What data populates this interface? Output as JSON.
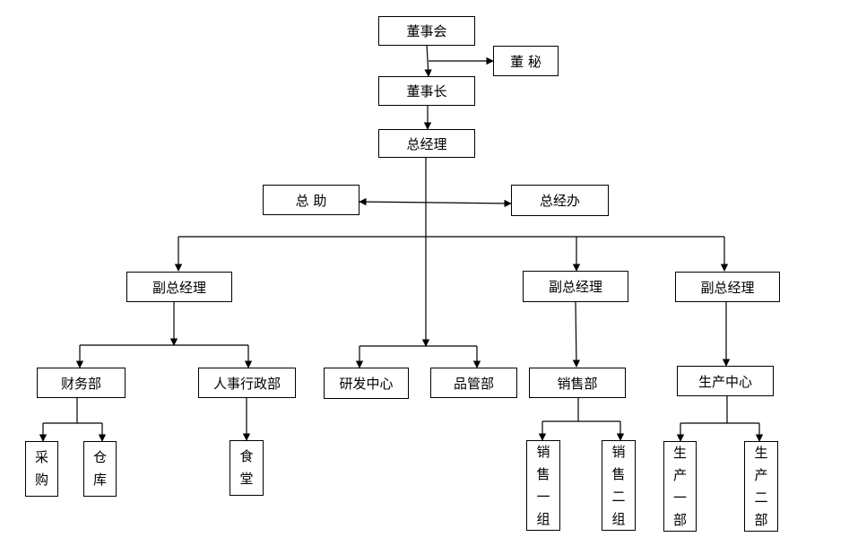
{
  "nodes": {
    "board": "董事会",
    "secretary": "董 秘",
    "chairman": "董事长",
    "gm": "总经理",
    "assistant": "总 助",
    "gm_office": "总经办",
    "vp1": "副总经理",
    "vp2": "副总经理",
    "vp3": "副总经理",
    "finance": "财务部",
    "hr_admin": "人事行政部",
    "rnd": "研发中心",
    "quality": "品管部",
    "sales": "销售部",
    "production": "生产中心",
    "purchasing": [
      "采",
      "购"
    ],
    "warehouse": [
      "仓",
      "库"
    ],
    "canteen": [
      "食",
      "堂"
    ],
    "sales_g1": [
      "销",
      "售",
      "一",
      "组"
    ],
    "sales_g2": [
      "销",
      "售",
      "二",
      "组"
    ],
    "prod_1": [
      "生",
      "产",
      "一",
      "部"
    ],
    "prod_2": [
      "生",
      "产",
      "二",
      "部"
    ]
  }
}
